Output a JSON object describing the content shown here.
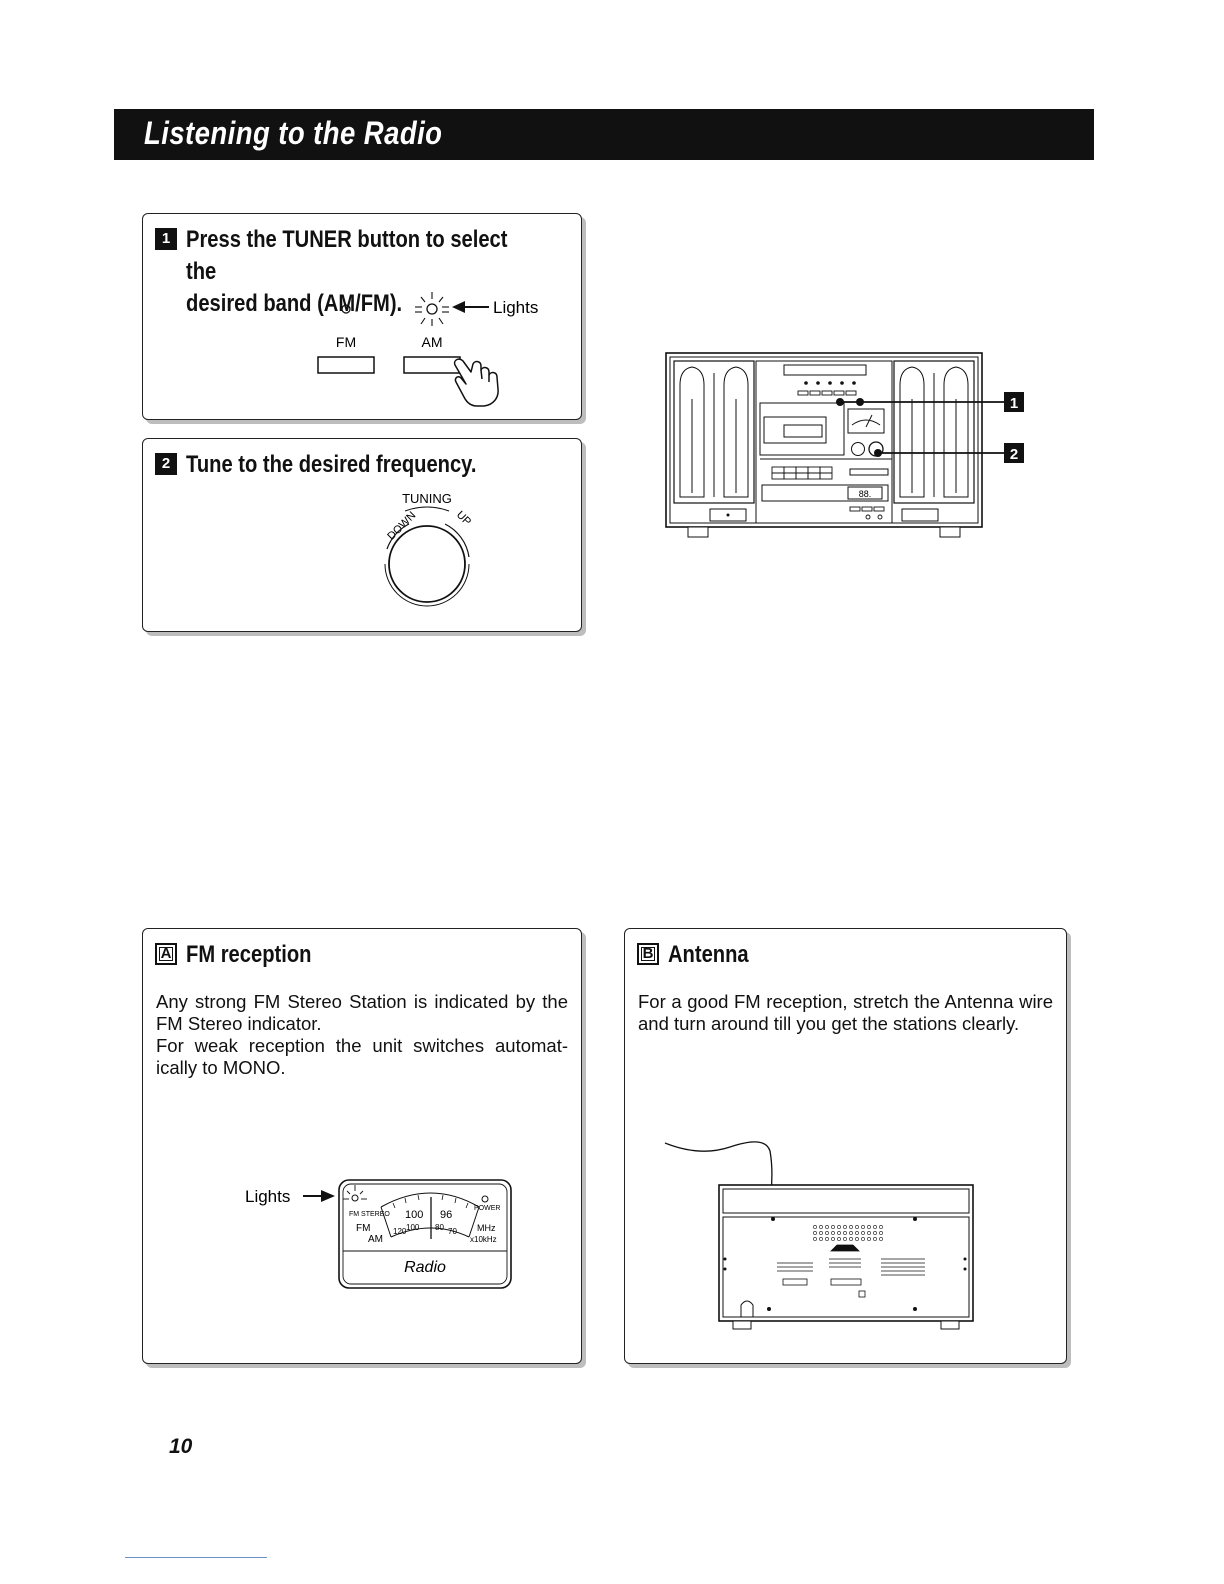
{
  "page_title": "Listening to the Radio",
  "step1": {
    "number": "1",
    "text_line1": "Press the TUNER button to select the",
    "text_line2": "desired band (AM/FM).",
    "label_fm": "FM",
    "label_am": "AM",
    "label_lights": "Lights"
  },
  "step2": {
    "number": "2",
    "text": "Tune to the desired frequency.",
    "label_tuning": "TUNING",
    "label_down": "DOWN",
    "label_up": "UP"
  },
  "device_callouts": [
    "1",
    "2"
  ],
  "device_display": "88.",
  "fm_reception": {
    "letter": "A",
    "title": "FM reception",
    "paragraph1": "Any strong FM Stereo Station is indicated by the FM Stereo indicator.",
    "paragraph2": "For weak reception the unit switches automat-ically to MONO.",
    "label_lights": "Lights",
    "meter": {
      "fm_stereo": "FM STEREO",
      "fm": "FM",
      "am": "AM",
      "power": "POWER",
      "mhz": "MHz",
      "khz": "x10kHz",
      "fm_scale": [
        "100",
        "96"
      ],
      "am_scale": [
        "120",
        "100",
        "80",
        "70"
      ],
      "brand": "Radio"
    }
  },
  "antenna": {
    "letter": "B",
    "title": "Antenna",
    "paragraph": "For a good FM reception, stretch the Antenna wire and turn around till you get the stations clearly."
  },
  "page_number": "10"
}
